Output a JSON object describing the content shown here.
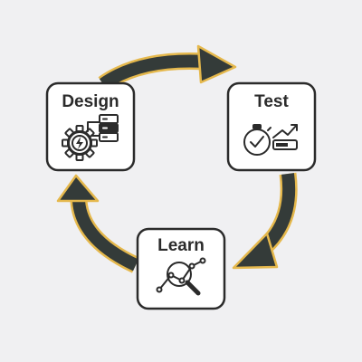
{
  "colors": {
    "background": "#f0f0f2",
    "arrow_fill": "#343b39",
    "arrow_outline": "#e5b84c",
    "card_border": "#2b2b2b",
    "card_fill": "#ffffff",
    "accent_dark": "#2b2b2b"
  },
  "stages": [
    {
      "id": "design",
      "label": "Design",
      "icon": "gear-with-lightning-and-server-icon"
    },
    {
      "id": "test",
      "label": "Test",
      "icon": "stopwatch-with-checkmark-and-trend-chart-icon"
    },
    {
      "id": "learn",
      "label": "Learn",
      "icon": "magnifying-glass-over-line-chart-icon"
    }
  ],
  "cycle": [
    "design",
    "test",
    "learn",
    "design"
  ]
}
